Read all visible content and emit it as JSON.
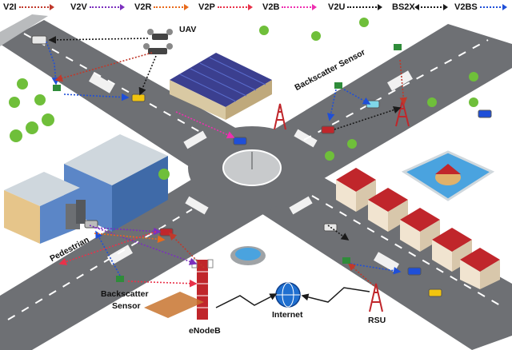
{
  "legend": [
    {
      "label": "V2I",
      "color": "#c0392b"
    },
    {
      "label": "V2V",
      "color": "#7b2fbe"
    },
    {
      "label": "V2R",
      "color": "#e86a1b"
    },
    {
      "label": "V2P",
      "color": "#e8324a"
    },
    {
      "label": "V2B",
      "color": "#ee2fb0"
    },
    {
      "label": "V2U",
      "color": "#1a1a1a"
    },
    {
      "label": "BS2X",
      "color": "#1a1a1a"
    },
    {
      "label": "V2BS",
      "color": "#1f4fd8"
    }
  ],
  "labels": {
    "uav": "UAV",
    "backscatter_sensor_top": "Backscatter Sensor",
    "pedestrian": "Pedestrian",
    "backscatter_sensor_bottom_1": "Backscatter",
    "backscatter_sensor_bottom_2": "Sensor",
    "enodeb": "eNodeB",
    "internet": "Internet",
    "rsu": "RSU"
  },
  "colors": {
    "road": "#6e7074",
    "road_edge": "#b9bbbd",
    "lane_mark": "#ffffff",
    "grass": "#ffffff",
    "building_blue": "#5b86c7",
    "roof_red": "#c0262b",
    "pool": "#4aa3df",
    "tree": "#6fbf3a"
  }
}
